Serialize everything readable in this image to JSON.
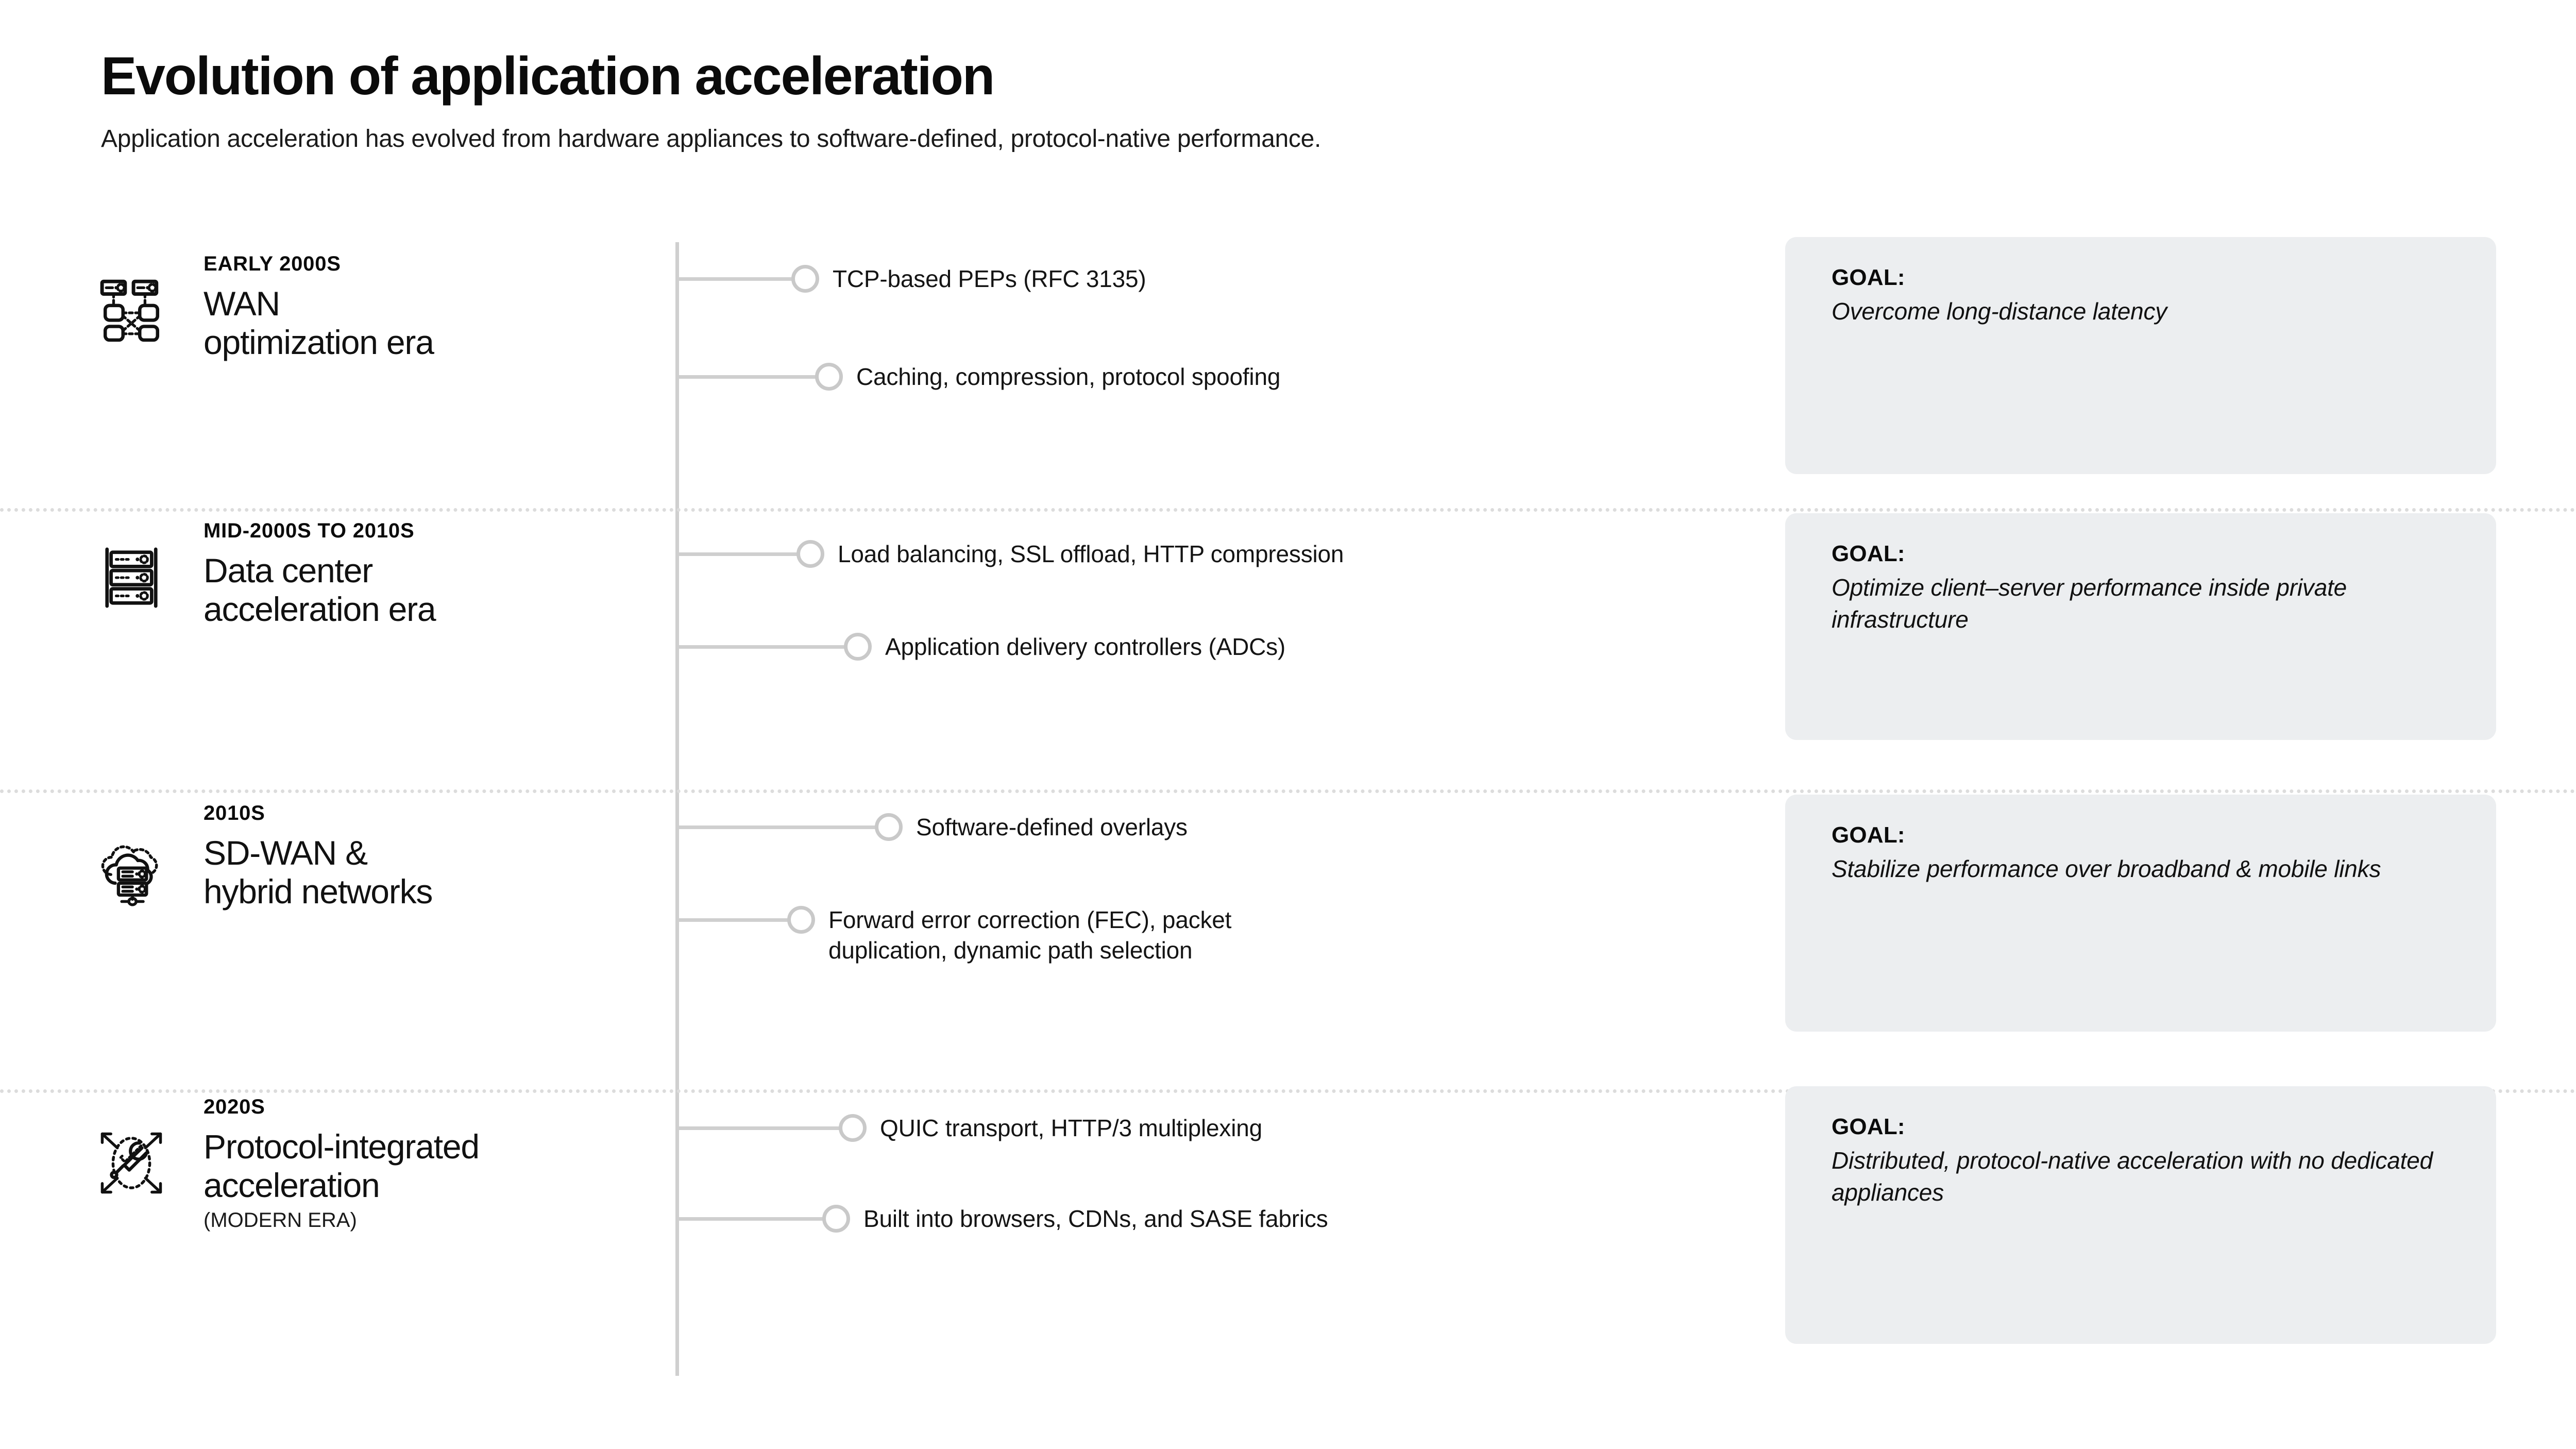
{
  "header": {
    "title": "Evolution of application acceleration",
    "subtitle": "Application acceleration has evolved from hardware appliances to software-defined, protocol-native performance."
  },
  "goal_label": "GOAL:",
  "colors": {
    "page_background": "#ffffff",
    "text": "#111111",
    "timeline_line": "#cfcfcf",
    "marker_ring": "#c9c9c9",
    "divider": "#dcdcdc",
    "goal_card_background": "#eceef0"
  },
  "timeline": [
    {
      "era_kicker": "EARLY 2000s",
      "era_name": "WAN\noptimization era",
      "era_sub": "",
      "icon": "network-topology-icon",
      "bullets": [
        {
          "text": "TCP-based PEPs (RFC 3135)",
          "connector_length": 228
        },
        {
          "text": "Caching, compression, protocol spoofing",
          "connector_length": 274
        }
      ],
      "goal": "Overcome long-distance latency"
    },
    {
      "era_kicker": "MID-2000s TO 2010s",
      "era_name": "Data center\nacceleration era",
      "era_sub": "",
      "icon": "server-rack-icon",
      "bullets": [
        {
          "text": "Load balancing, SSL offload, HTTP compression",
          "connector_length": 238
        },
        {
          "text": "Application delivery controllers (ADCs)",
          "connector_length": 330
        }
      ],
      "goal": "Optimize client–server performance inside private infrastructure"
    },
    {
      "era_kicker": "2010s",
      "era_name": "SD-WAN &\nhybrid networks",
      "era_sub": "",
      "icon": "cloud-servers-icon",
      "bullets": [
        {
          "text": "Software-defined overlays",
          "connector_length": 390
        },
        {
          "text": "Forward error correction (FEC), packet\nduplication, dynamic path selection",
          "connector_length": 220
        }
      ],
      "goal": "Stabilize performance over broadband & mobile links"
    },
    {
      "era_kicker": "2020s",
      "era_name": "Protocol-integrated\nacceleration",
      "era_sub": "(MODERN ERA)",
      "icon": "wrench-network-icon",
      "bullets": [
        {
          "text": "QUIC transport, HTTP/3 multiplexing",
          "connector_length": 320
        },
        {
          "text": "Built into browsers, CDNs, and SASE fabrics",
          "connector_length": 288
        }
      ],
      "goal": "Distributed, protocol-native acceleration with no dedicated appliances"
    }
  ]
}
